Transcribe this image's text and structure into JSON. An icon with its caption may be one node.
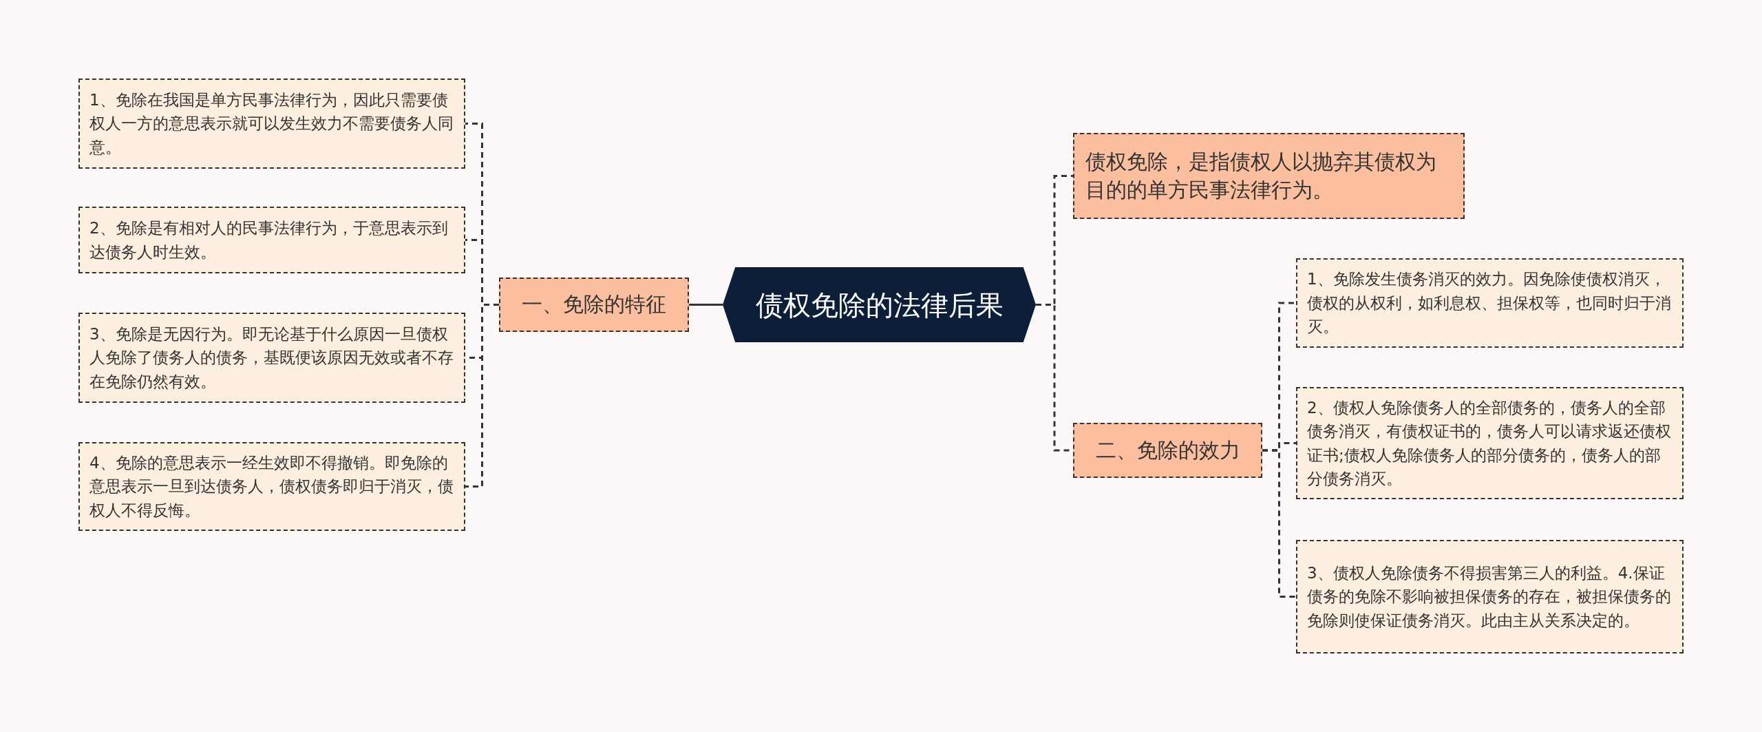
{
  "diagram": {
    "nodes": [
      {
        "text": [
          "债权免除的法律后果"
        ]
      },
      {
        "text": [
          "一、免除的特征"
        ]
      },
      {
        "text": [
          "1、免除在我国是单方民事法律行为，因此只需要债权人一方的意思表示就可以发生效力不需要债务人同意。"
        ]
      },
      {
        "text": [
          "2、免除是有相对人的民事法律行为，于意思表示到达债务人时生效。"
        ]
      },
      {
        "text": [
          "3、免除是无因行为。即无论基于什么原因一旦债权人免除了债务人的债务，基既便该原因无效或者不存在免除仍然有效。"
        ]
      },
      {
        "text": [
          "4、免除的意思表示一经生效即不得撤销。即免除的意思表示一旦到达债务人，债权债务即归于消灭，债权人不得反悔。"
        ]
      },
      {
        "text": [
          "债权免除，是指债权人以抛弃其债权为目的的单方民事法律行为。"
        ]
      },
      {
        "text": [
          "二、免除的效力"
        ]
      },
      {
        "text": [
          "1、免除发生债务消灭的效力。因免除使债权消灭，债权的从权利，如利息权、担保权等，也同时归于消灭。"
        ]
      },
      {
        "text": [
          "2、债权人免除债务人的全部债务的，债务人的全部债务消灭，有债权证书的，债务人可以请求返还债权证书;债权人免除债务人的部分债务的，债务人的部分债务消灭。"
        ]
      },
      {
        "text": [
          "3、债权人免除债务不得损害第三人的利益。4.保证债务的免除不影响被担保债务的存在，被担保债务的免除则使保证债务消灭。此由主从关系决定的。"
        ]
      }
    ],
    "edges": [
      {
        "from": 0,
        "to": 1,
        "arrow": "none"
      },
      {
        "from": 0,
        "to": 6,
        "arrow": "none",
        "style": "dashed"
      },
      {
        "from": 0,
        "to": 7,
        "arrow": "none",
        "style": "dashed"
      },
      {
        "from": 1,
        "to": 2,
        "arrow": "none",
        "style": "dashed"
      },
      {
        "from": 1,
        "to": 3,
        "arrow": "none",
        "style": "dashed"
      },
      {
        "from": 1,
        "to": 4,
        "arrow": "none",
        "style": "dashed"
      },
      {
        "from": 1,
        "to": 5,
        "arrow": "none",
        "style": "dashed"
      },
      {
        "from": 7,
        "to": 8,
        "arrow": "none",
        "style": "dashed"
      },
      {
        "from": 7,
        "to": 9,
        "arrow": "none",
        "style": "dashed"
      },
      {
        "from": 7,
        "to": 10,
        "arrow": "none",
        "style": "dashed"
      }
    ]
  }
}
